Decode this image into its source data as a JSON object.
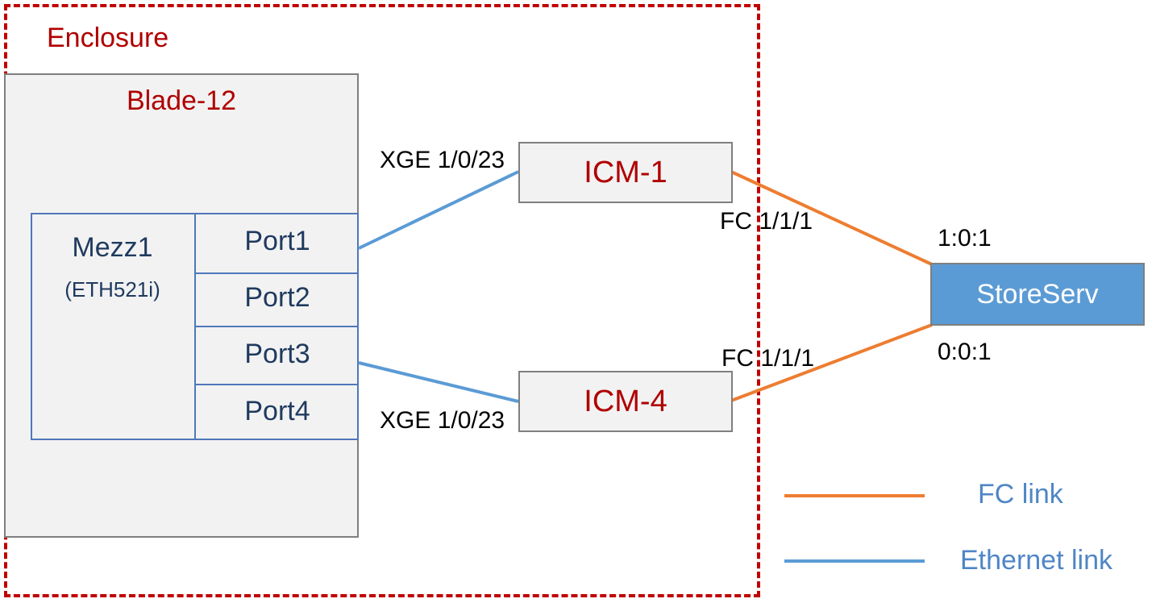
{
  "enclosure": {
    "label": "Enclosure"
  },
  "blade": {
    "label": "Blade-12"
  },
  "mezz": {
    "name": "Mezz1",
    "model": "(ETH521i)",
    "ports": [
      "Port1",
      "Port2",
      "Port3",
      "Port4"
    ]
  },
  "icms": [
    {
      "label": "ICM-1",
      "xge_port": "XGE 1/0/23",
      "fc_port": "FC 1/1/1"
    },
    {
      "label": "ICM-4",
      "xge_port": "XGE 1/0/23",
      "fc_port": "FC 1/1/1"
    }
  ],
  "storage": {
    "label": "StoreServ",
    "port_top": "1:0:1",
    "port_bottom": "0:0:1"
  },
  "legend": {
    "fc_label": "FC link",
    "eth_label": "Ethernet link"
  },
  "colors": {
    "fc_link": "#ed7d31",
    "ethernet_link": "#5b9bd5",
    "enclosure_border": "#c00000",
    "storage_fill": "#5b9bd5"
  }
}
